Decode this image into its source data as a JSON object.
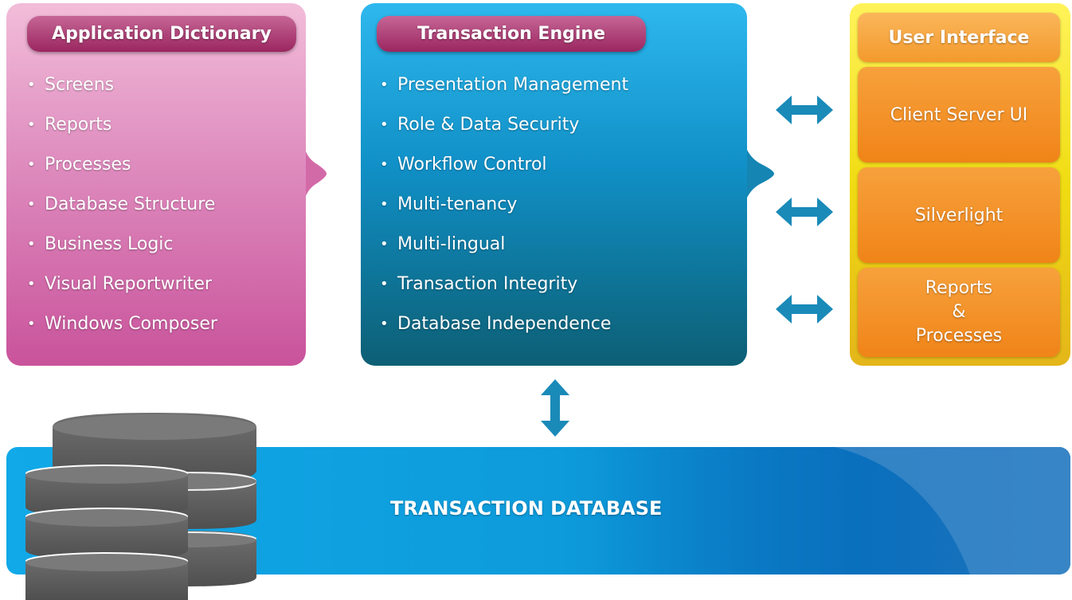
{
  "application_dictionary": {
    "title": "Application Dictionary",
    "items": [
      "Screens",
      "Reports",
      "Processes",
      "Database Structure",
      "Business Logic",
      "Visual Reportwriter",
      "Windows Composer"
    ]
  },
  "transaction_engine": {
    "title": "Transaction Engine",
    "items": [
      "Presentation Management",
      "Role & Data Security",
      "Workflow Control",
      "Multi-tenancy",
      "Multi-lingual",
      "Transaction Integrity",
      "Database Independence"
    ]
  },
  "user_interface": {
    "title": "User Interface",
    "client_server": "Client Server UI",
    "silverlight": "Silverlight",
    "reports_lines": [
      "Reports",
      "&",
      "Processes"
    ]
  },
  "database": {
    "label": "TRANSACTION DATABASE"
  },
  "bullet": "•",
  "colors": {
    "pink_panel": "#e090c1",
    "blue_panel": "#1090c7",
    "yellow_frame": "#f0dc12",
    "orange_box": "#f39a2c",
    "pill": "#9b2660",
    "arrow": "#1a8ab8",
    "db_band": "#0d9ada",
    "cylinder": "#626262"
  }
}
